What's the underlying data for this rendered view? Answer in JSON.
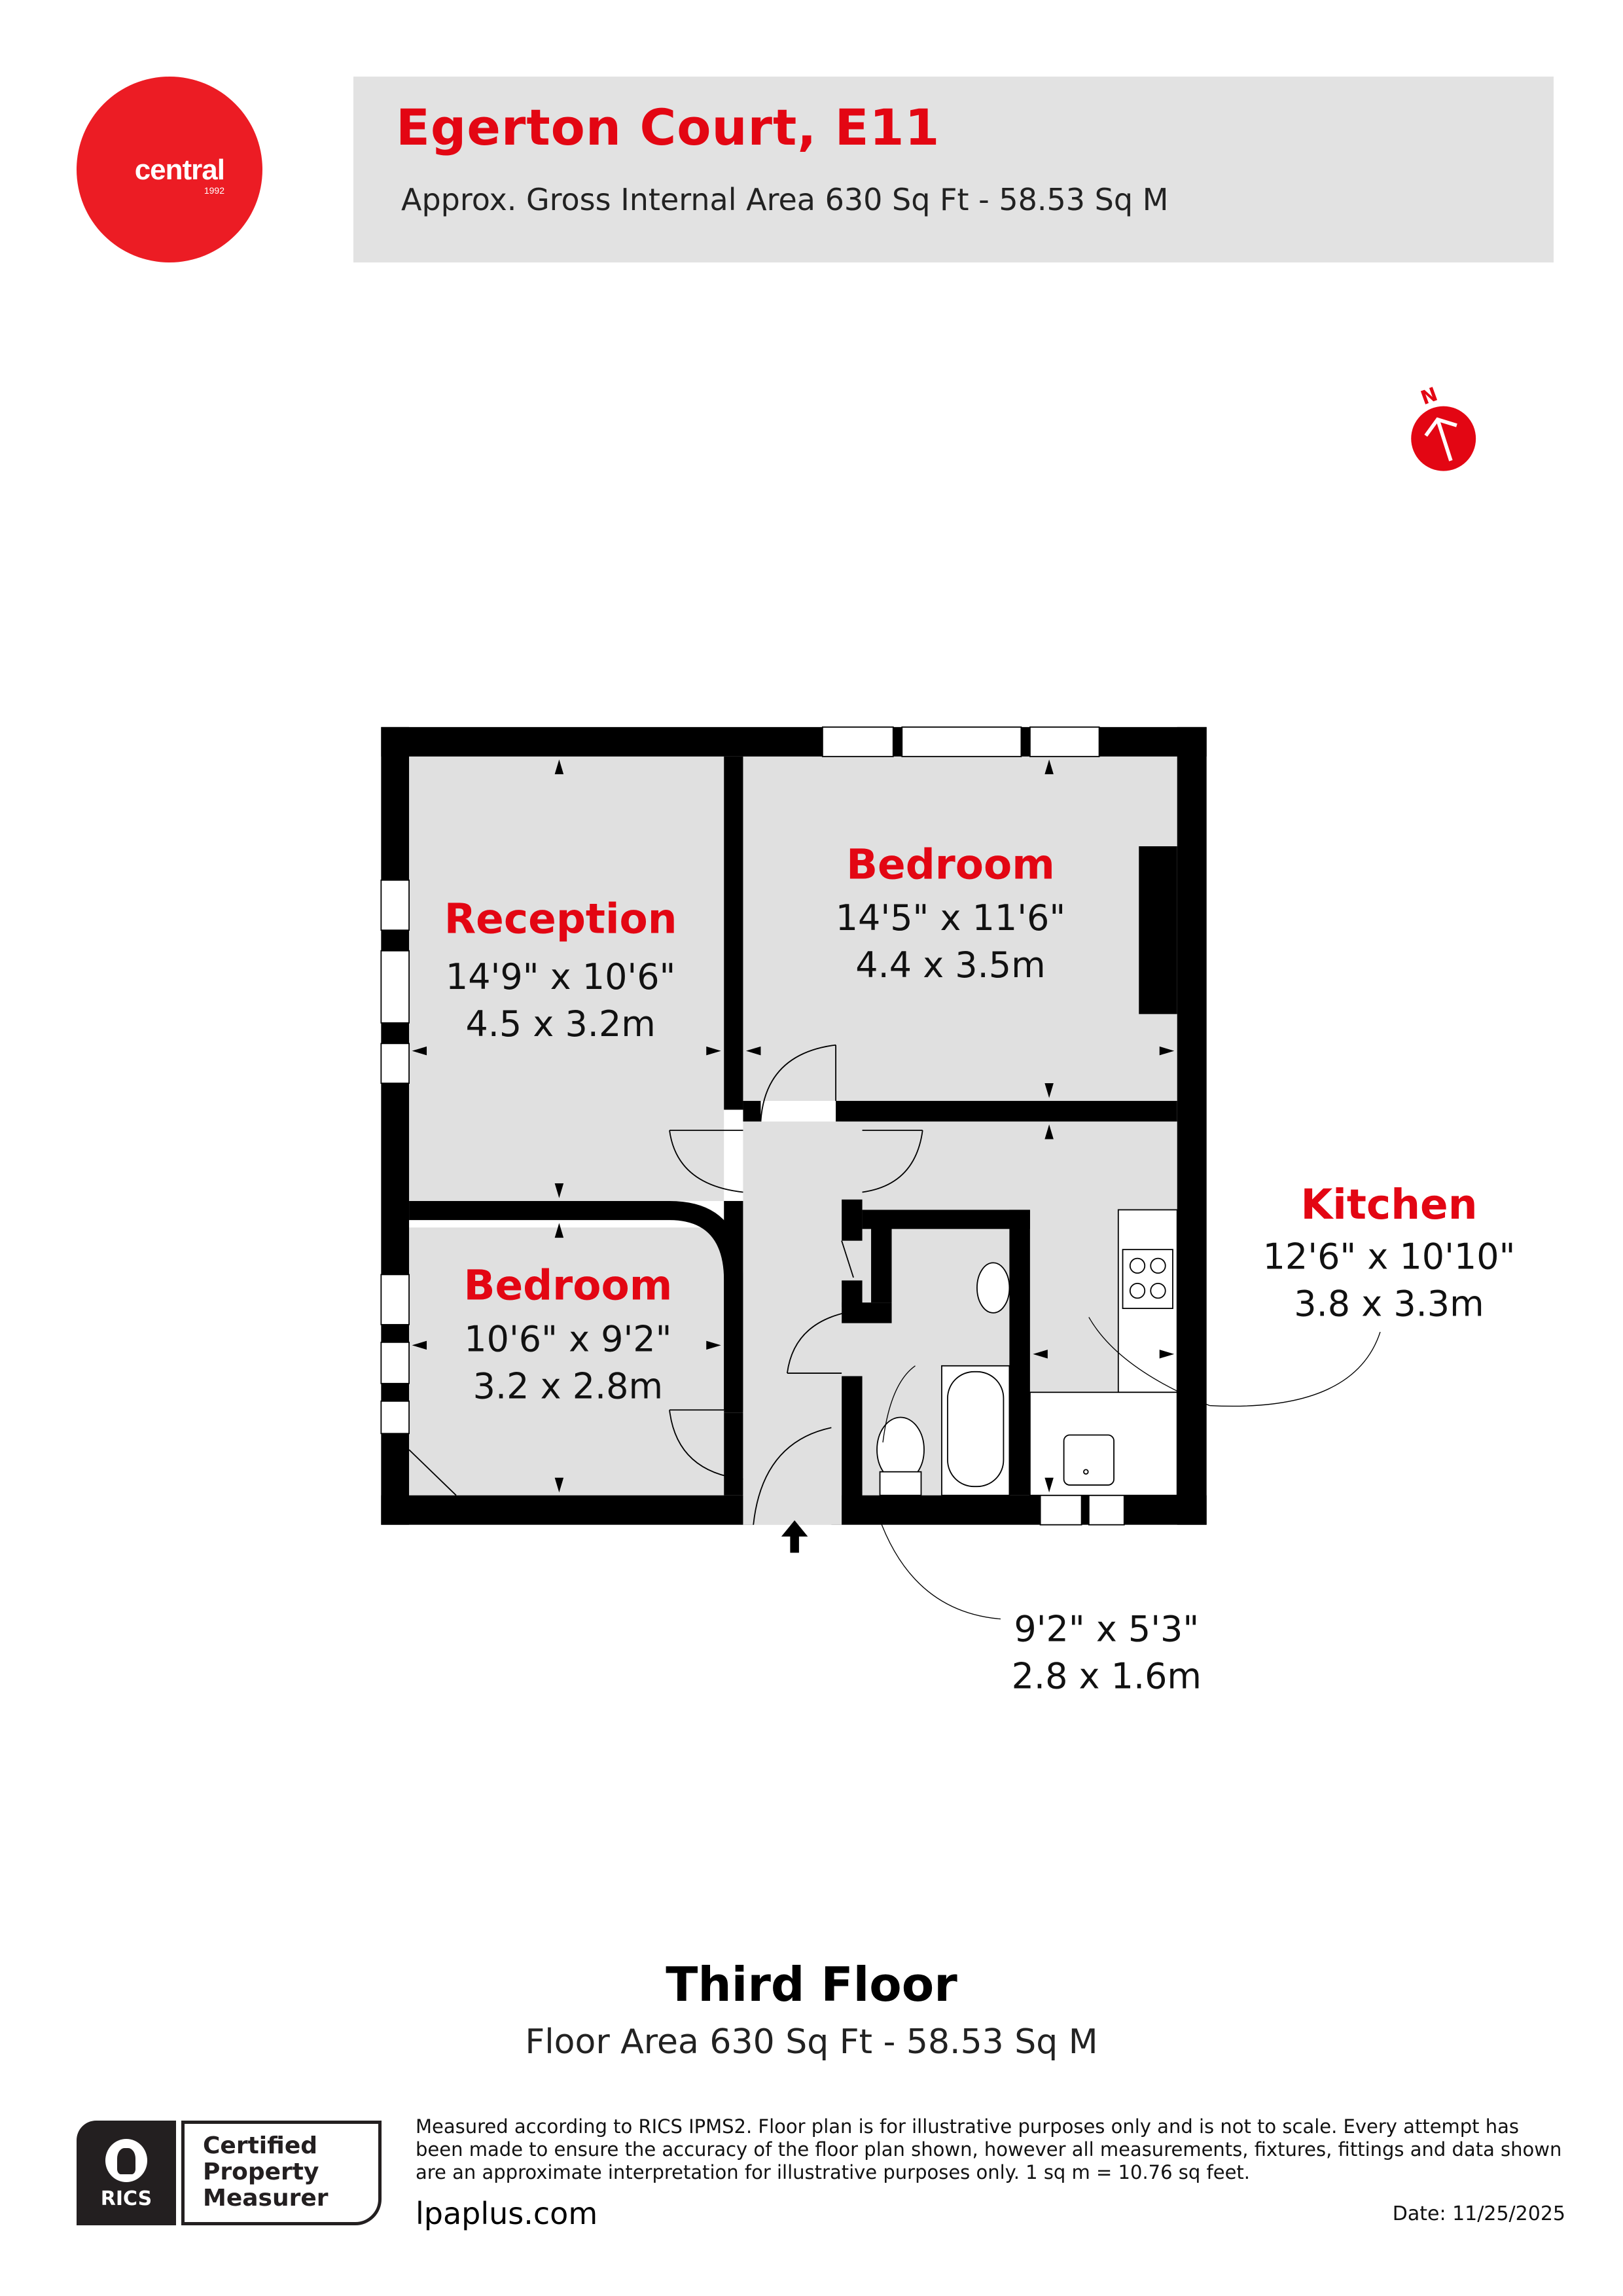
{
  "header": {
    "logo": {
      "brand": "central",
      "year": "1992",
      "color": "#ec1c24"
    },
    "title": "Egerton Court, E11",
    "subtitle": "Approx. Gross Internal Area 630 Sq Ft - 58.53 Sq M",
    "band_color": "#e2e2e2",
    "title_color": "#e30613"
  },
  "compass": {
    "label": "N",
    "icon": "north-arrow-icon",
    "color": "#e30613"
  },
  "rooms": [
    {
      "name": "Reception",
      "imperial": "14'9\" x 10'6\"",
      "metric": "4.5 x 3.2m"
    },
    {
      "name": "Bedroom",
      "imperial": "14'5\" x 11'6\"",
      "metric": "4.4 x 3.5m"
    },
    {
      "name": "Kitchen",
      "imperial": "12'6\" x 10'10\"",
      "metric": "3.8 x 3.3m"
    },
    {
      "name": "Bedroom",
      "imperial": "10'6\" x 9'2\"",
      "metric": "3.2 x 2.8m"
    },
    {
      "name": "",
      "imperial": "9'2\" x 5'3\"",
      "metric": "2.8 x 1.6m"
    }
  ],
  "floor": {
    "title": "Third Floor",
    "area": "Floor Area 630 Sq Ft - 58.53 Sq M"
  },
  "footer": {
    "badge": {
      "org": "RICS",
      "line1": "Certified",
      "line2": "Property",
      "line3": "Measurer"
    },
    "disclaimer": "Measured according to RICS IPMS2. Floor plan is for illustrative purposes only and is not to scale. Every attempt has been made to ensure the accuracy of the floor plan shown, however all measurements, fixtures, fittings and data shown are an approximate interpretation for illustrative purposes only. 1 sq m = 10.76 sq feet.",
    "website": "lpaplus.com",
    "date": "Date: 11/25/2025"
  }
}
